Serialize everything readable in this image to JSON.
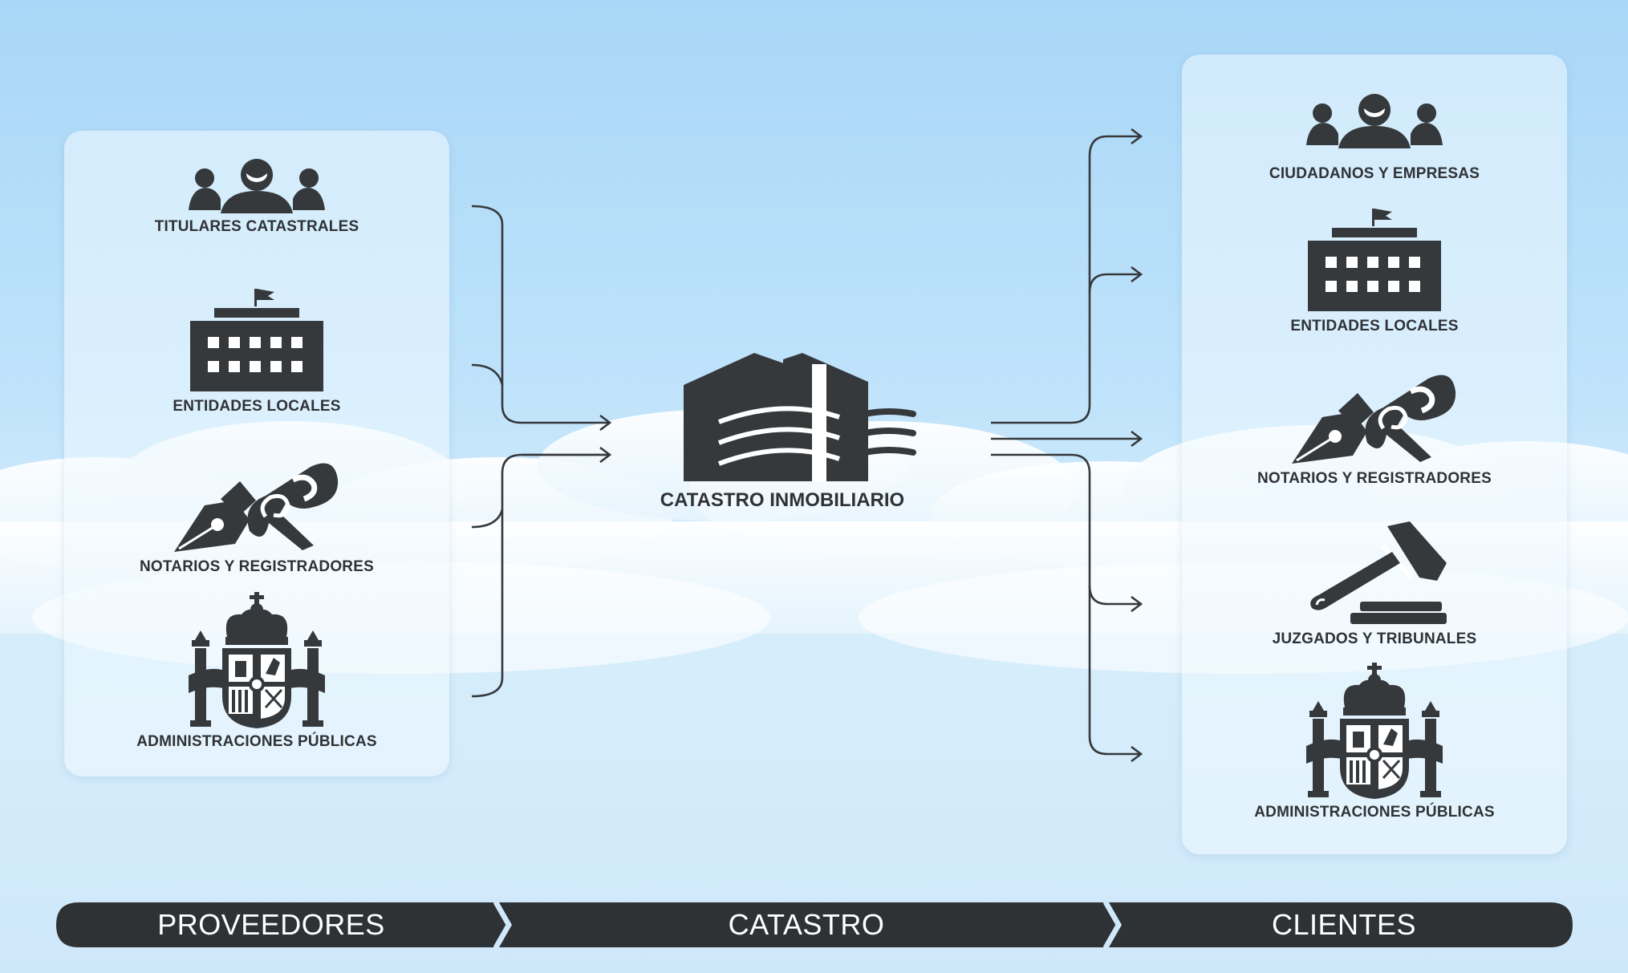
{
  "providers": {
    "items": [
      {
        "label": "TITULARES CATASTRALES",
        "icon": "people-icon"
      },
      {
        "label": "ENTIDADES LOCALES",
        "icon": "building-icon"
      },
      {
        "label": "NOTARIOS Y REGISTRADORES",
        "icon": "pen-scroll-icon"
      },
      {
        "label": "ADMINISTRACIONES PÚBLICAS",
        "icon": "coat-of-arms-icon"
      }
    ]
  },
  "center": {
    "label": "CATASTRO INMOBILIARIO",
    "icon": "catastro-building-icon"
  },
  "clients": {
    "items": [
      {
        "label": "CIUDADANOS Y EMPRESAS",
        "icon": "people-icon"
      },
      {
        "label": "ENTIDADES LOCALES",
        "icon": "building-icon"
      },
      {
        "label": "NOTARIOS Y REGISTRADORES",
        "icon": "pen-scroll-icon"
      },
      {
        "label": "JUZGADOS Y TRIBUNALES",
        "icon": "gavel-icon"
      },
      {
        "label": "ADMINISTRACIONES PÚBLICAS",
        "icon": "coat-of-arms-icon"
      }
    ]
  },
  "phases": [
    "PROVEEDORES",
    "CATASTRO",
    "CLIENTES"
  ],
  "colors": {
    "icon": "#35393c",
    "sky": "#bfe3fb",
    "bar": "#2f3235",
    "bar_text": "#ffffff"
  }
}
